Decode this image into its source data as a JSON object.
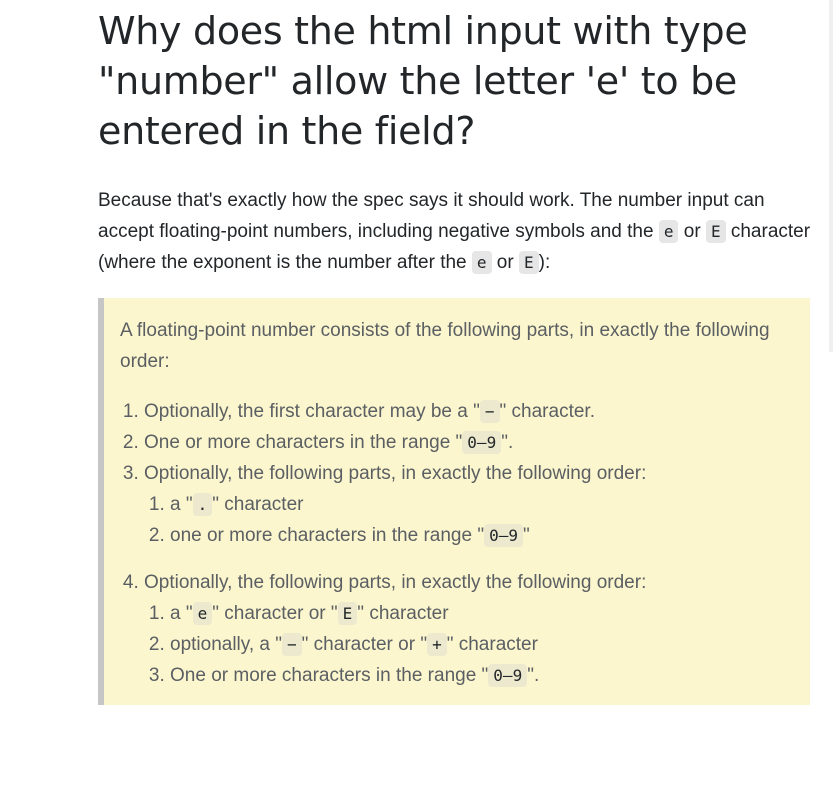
{
  "question": {
    "title": "Why does the html input with type \"number\" allow the letter 'e' to be entered in the field?"
  },
  "answer": {
    "intro_1": "Because that's exactly how the spec says it should work. The number input can accept floating-point numbers, including negative symbols and the ",
    "code_e1": "e",
    "or_1": " or ",
    "code_E1": "E",
    "intro_2": " character (where the exponent is the number after the ",
    "code_e2": "e",
    "or_2": " or ",
    "code_E2": "E",
    "intro_3": "):"
  },
  "quote": {
    "intro": "A floating-point number consists of the following parts, in exactly the following order:",
    "items": [
      {
        "before": "Optionally, the first character may be a \"",
        "code": "−",
        "after": "\" character."
      },
      {
        "before": "One or more characters in the range \"",
        "code": "0–9",
        "after": "\"."
      },
      {
        "text": "Optionally, the following parts, in exactly the following order:",
        "sub": [
          {
            "before": "a \"",
            "code": ".",
            "after": "\" character"
          },
          {
            "before": "one or more characters in the range \"",
            "code": "0–9",
            "after": "\""
          }
        ]
      },
      {
        "text": "Optionally, the following parts, in exactly the following order:",
        "sub": [
          {
            "before": "a \"",
            "code": "e",
            "mid": "\" character or \"",
            "code2": "E",
            "after": "\" character"
          },
          {
            "before": "optionally, a \"",
            "code": "−",
            "mid": "\" character or \"",
            "code2": "+",
            "after": "\" character"
          },
          {
            "before": "One or more characters in the range \"",
            "code": "0–9",
            "after": "\"."
          }
        ]
      }
    ]
  }
}
